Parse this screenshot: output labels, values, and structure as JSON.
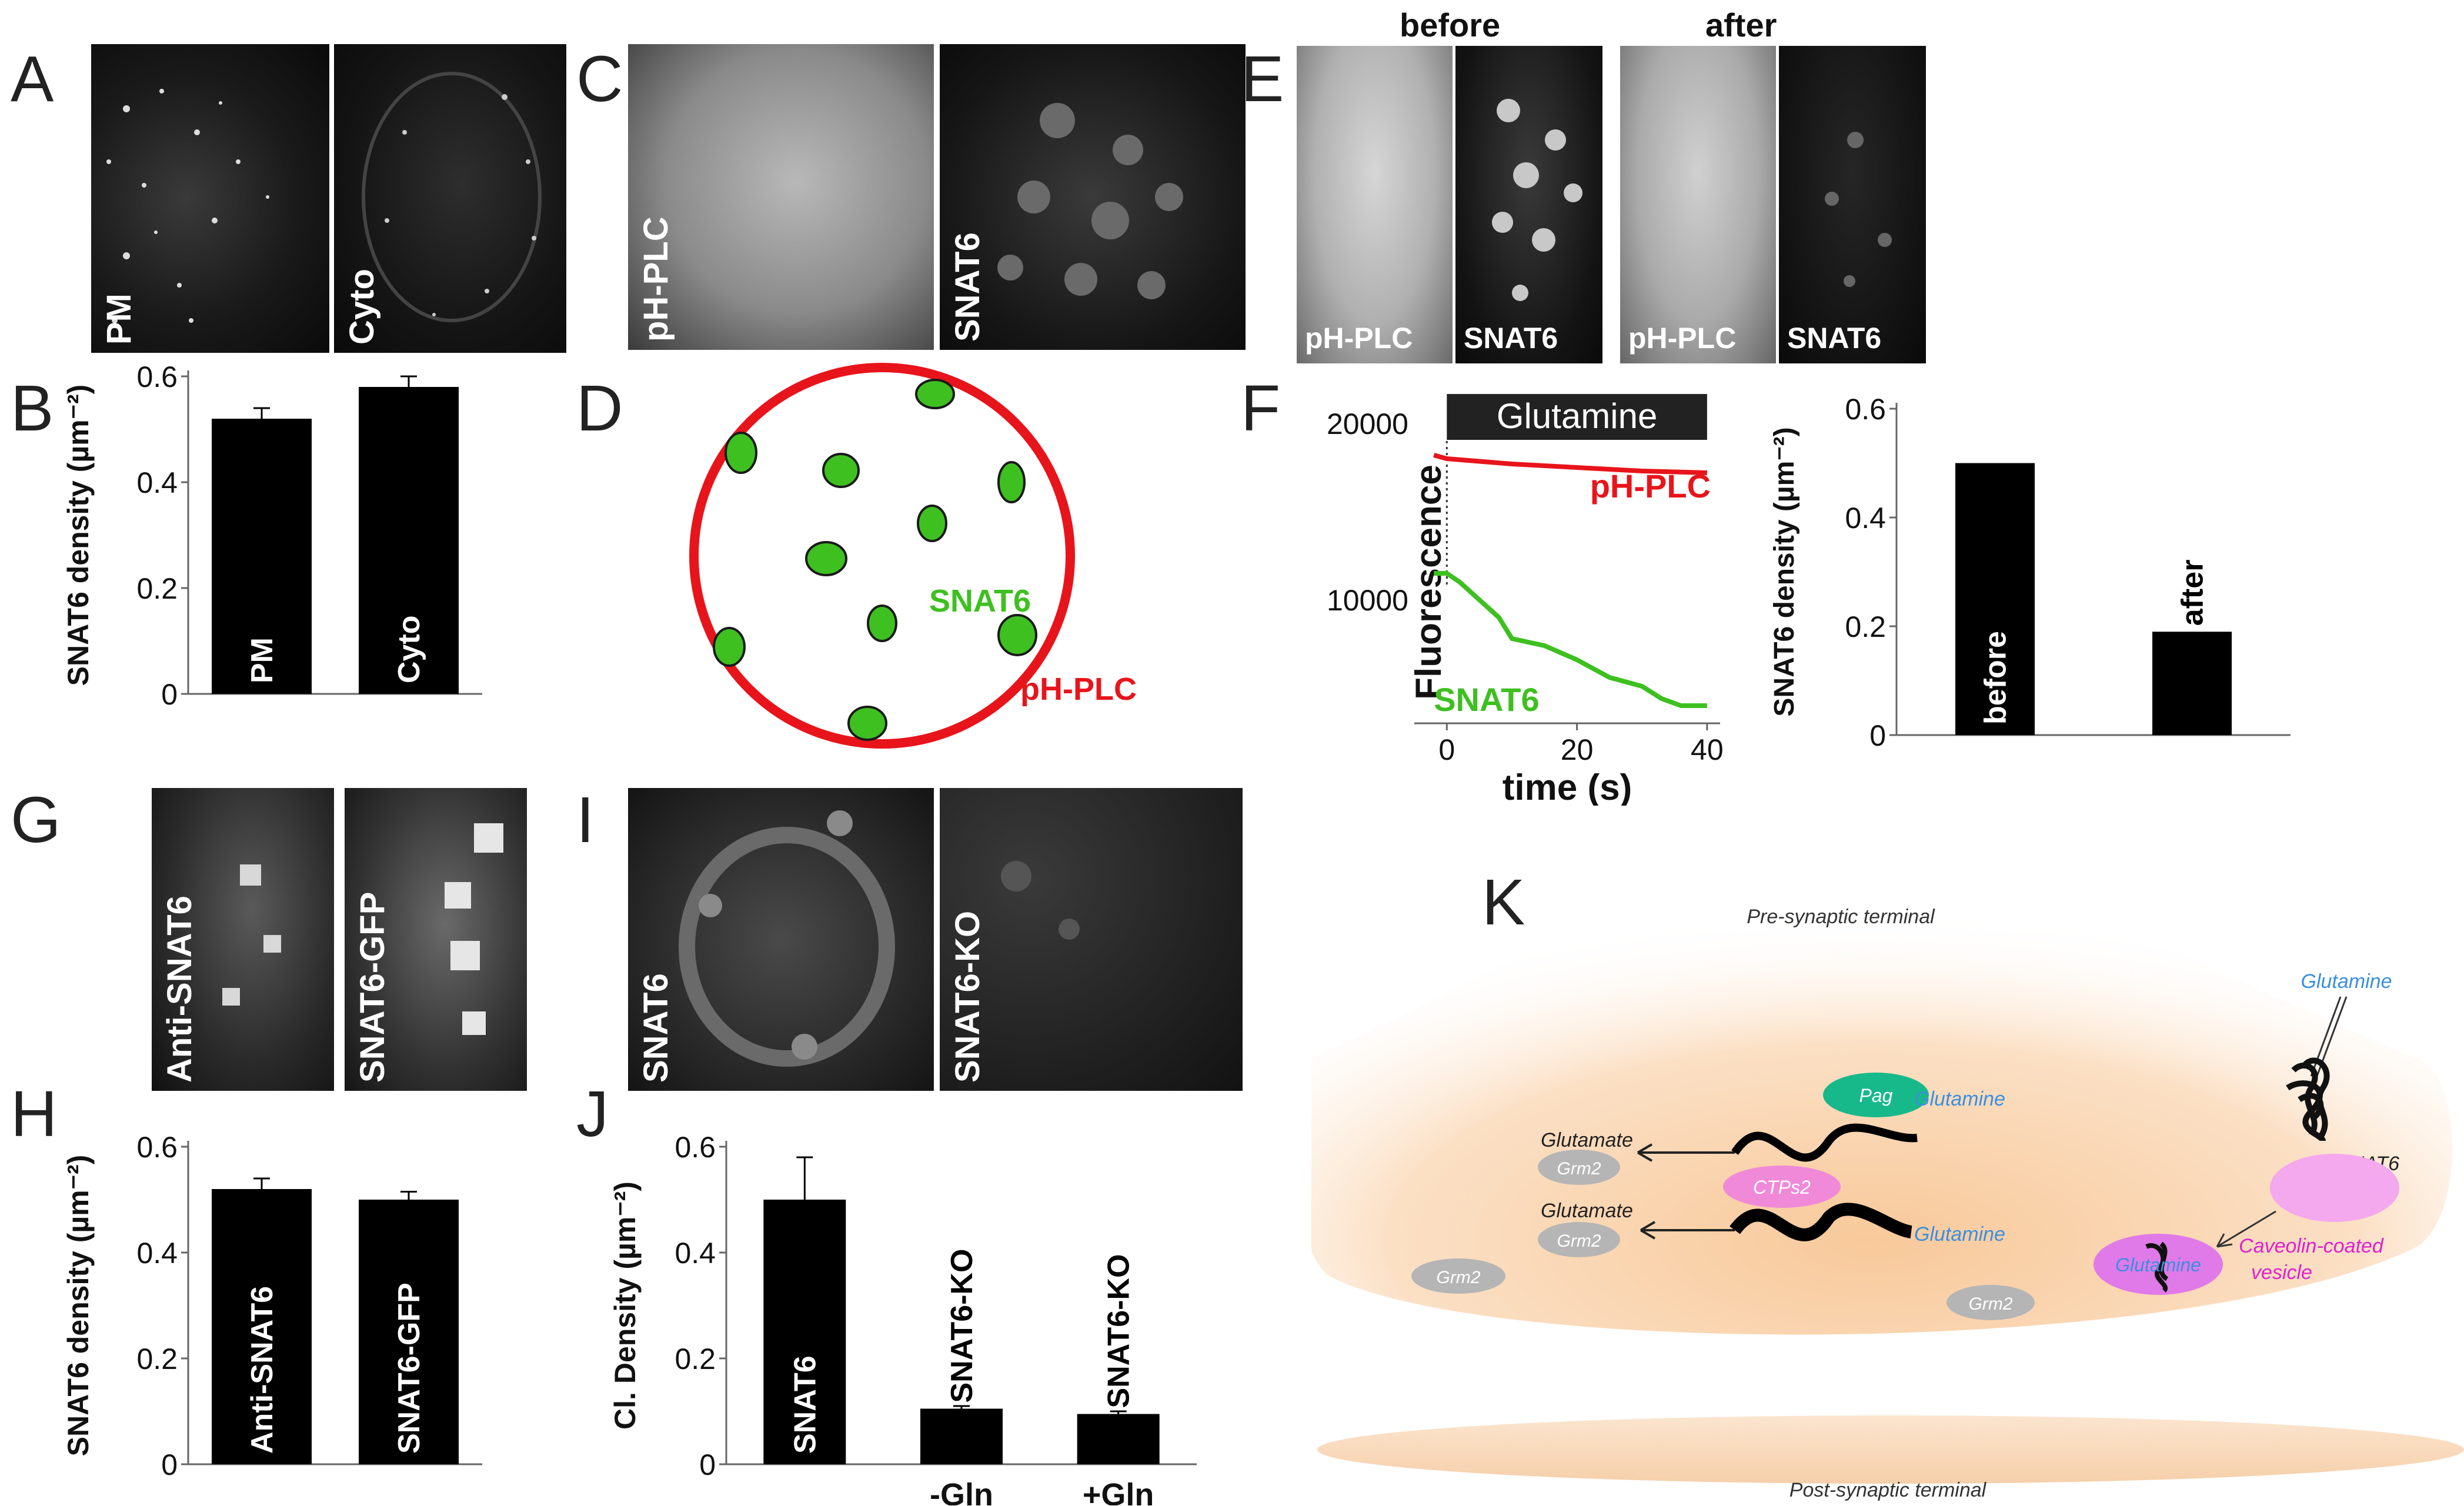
{
  "panels": {
    "A": {
      "letter": "A",
      "labels": [
        "PM",
        "Cyto"
      ]
    },
    "B": {
      "letter": "B"
    },
    "C": {
      "letter": "C",
      "labels": [
        "pH-PLC",
        "SNAT6"
      ]
    },
    "D": {
      "letter": "D",
      "green_label": "SNAT6",
      "red_label": "pH-PLC"
    },
    "E": {
      "letter": "E",
      "before": "before",
      "after": "after",
      "labels": [
        "pH-PLC",
        "SNAT6",
        "pH-PLC",
        "SNAT6"
      ]
    },
    "F": {
      "letter": "F",
      "bar": "Glutamine",
      "red_label": "pH-PLC",
      "green_label": "SNAT6"
    },
    "G": {
      "letter": "G",
      "labels": [
        "Anti-SNAT6",
        "SNAT6-GFP"
      ]
    },
    "H": {
      "letter": "H"
    },
    "I": {
      "letter": "I",
      "labels": [
        "SNAT6",
        "SNAT6-KO"
      ]
    },
    "J": {
      "letter": "J"
    },
    "K": {
      "letter": "K",
      "pre": "Pre-synaptic terminal",
      "post": "Post-synaptic terminal",
      "glutamate1": "Glutamate",
      "glutamate2": "Glutamate",
      "grm2": "Grm2",
      "pag": "Pag",
      "ctps2": "CTPs2",
      "glutamine": "Glutamine",
      "snat6": "SNAT6",
      "caveolin1": "Caveolin-coated",
      "caveolin2": "vesicle"
    }
  },
  "colors": {
    "red": "#e8141b",
    "green": "#3ec020",
    "glutamine_blue": "#3a8fe0",
    "magenta": "#e020d0"
  },
  "chart_data": [
    {
      "id": "B",
      "type": "bar",
      "categories": [
        "PM",
        "Cyto"
      ],
      "values": [
        0.52,
        0.58
      ],
      "errors": [
        0.02,
        0.02
      ],
      "ylabel": "SNAT6 density (µm⁻²)",
      "ylim": [
        0,
        0.6
      ],
      "yticks": [
        "0",
        "0.2",
        "0.4",
        "0.6"
      ]
    },
    {
      "id": "F-trace",
      "type": "line",
      "xlabel": "time (s)",
      "ylabel": "Fluorescence",
      "xticks": [
        "0",
        "20",
        "40"
      ],
      "yticks": [
        "10000",
        "20000"
      ],
      "series": [
        {
          "name": "pH-PLC",
          "color": "#e8141b",
          "x": [
            -2,
            0,
            10,
            20,
            30,
            40
          ],
          "y": [
            18200,
            18000,
            17700,
            17500,
            17300,
            17200
          ]
        },
        {
          "name": "SNAT6",
          "color": "#3ec020",
          "x": [
            -2,
            0,
            2,
            5,
            8,
            10,
            15,
            20,
            25,
            30,
            33,
            36,
            40
          ],
          "y": [
            11500,
            11500,
            11000,
            10000,
            9000,
            7800,
            7400,
            6600,
            5600,
            5100,
            4400,
            4000,
            4000
          ]
        }
      ]
    },
    {
      "id": "F-bar",
      "type": "bar",
      "categories": [
        "before",
        "after"
      ],
      "values": [
        0.5,
        0.19
      ],
      "ylabel": "SNAT6 density (µm⁻²)",
      "ylim": [
        0,
        0.6
      ],
      "yticks": [
        "0",
        "0.2",
        "0.4",
        "0.6"
      ]
    },
    {
      "id": "H",
      "type": "bar",
      "categories": [
        "Anti-SNAT6",
        "SNAT6-GFP"
      ],
      "values": [
        0.52,
        0.5
      ],
      "errors": [
        0.02,
        0.015
      ],
      "ylabel": "SNAT6 density (µm⁻²)",
      "ylim": [
        0,
        0.6
      ],
      "yticks": [
        "0",
        "0.2",
        "0.4",
        "0.6"
      ]
    },
    {
      "id": "J",
      "type": "bar",
      "categories": [
        "SNAT6",
        "SNAT6-KO",
        "SNAT6-KO"
      ],
      "sublabels": [
        "",
        "-Gln",
        "+Gln"
      ],
      "values": [
        0.5,
        0.105,
        0.095
      ],
      "errors": [
        0.08,
        0.005,
        0.005
      ],
      "ylabel": "Cl. Density (µm⁻²)",
      "ylim": [
        0,
        0.6
      ],
      "yticks": [
        "0",
        "0.2",
        "0.4",
        "0.6"
      ]
    }
  ]
}
